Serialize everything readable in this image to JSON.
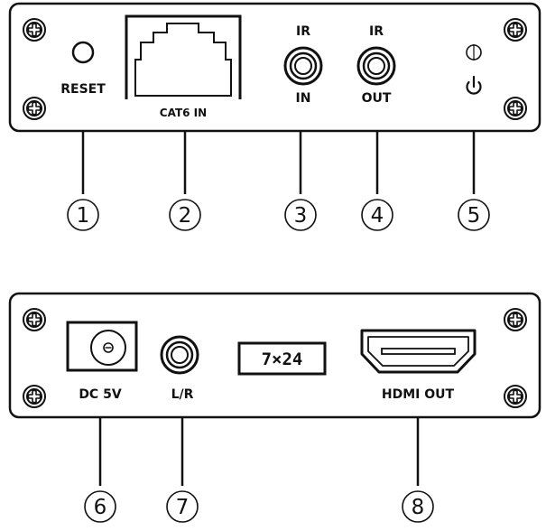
{
  "panel_top": {
    "labels": {
      "reset": "RESET",
      "cat6_in": "CAT6 IN",
      "ir_in_top": "IR",
      "ir_in_bottom": "IN",
      "ir_out_top": "IR",
      "ir_out_bottom": "OUT"
    },
    "callouts": [
      "1",
      "2",
      "3",
      "4",
      "5"
    ]
  },
  "panel_bottom": {
    "labels": {
      "dc": "DC 5V",
      "lr": "L/R",
      "brand": "7×24",
      "hdmi_out": "HDMI OUT"
    },
    "callouts": [
      "6",
      "7",
      "8"
    ]
  },
  "icons": {
    "screw": "screw-icon",
    "led": "led-indicator-icon",
    "power": "power-icon"
  }
}
